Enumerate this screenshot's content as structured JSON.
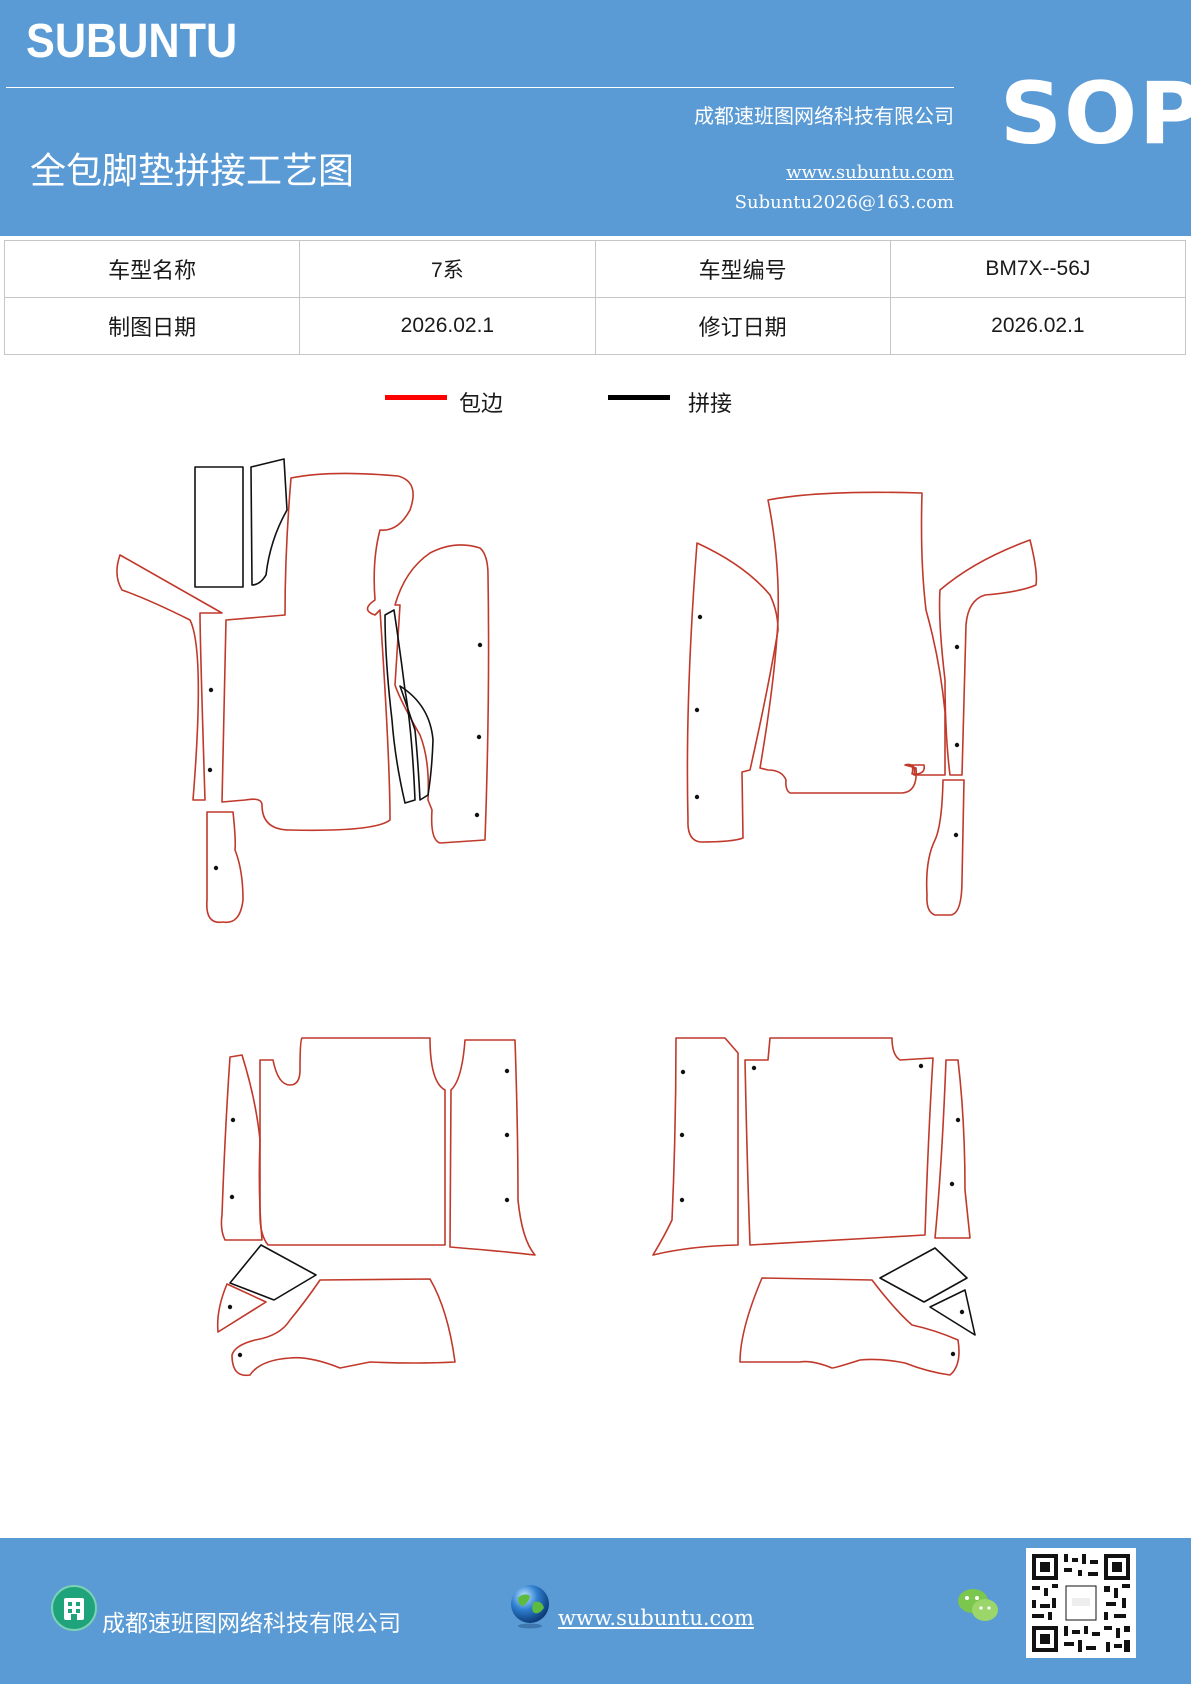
{
  "header": {
    "brand": "SUBUNTU",
    "company": "成都速班图网络科技有限公司",
    "title": "全包脚垫拼接工艺图",
    "website": "www.subuntu.com",
    "email": "Subuntu2026@163.com",
    "badge": "SOP"
  },
  "info_table": {
    "rows": [
      [
        {
          "label": "车型名称"
        },
        {
          "value": "7系"
        },
        {
          "label": "车型编号"
        },
        {
          "value": "BM7X--56J"
        }
      ],
      [
        {
          "label": "制图日期"
        },
        {
          "value": "2026.02.1"
        },
        {
          "label": "修订日期"
        },
        {
          "value": "2026.02.1"
        }
      ]
    ]
  },
  "legend": [
    {
      "label": "包边",
      "color": "#ff0000"
    },
    {
      "label": "拼接",
      "color": "#000000"
    }
  ],
  "diagram": {
    "outline_colors": {
      "edge_binding": "#c0392b",
      "seam": "#111111"
    }
  },
  "footer": {
    "company": "成都速班图网络科技有限公司",
    "website": "www.subuntu.com",
    "icons": [
      "building-icon",
      "globe-icon",
      "wechat-icon",
      "qr-code"
    ]
  }
}
